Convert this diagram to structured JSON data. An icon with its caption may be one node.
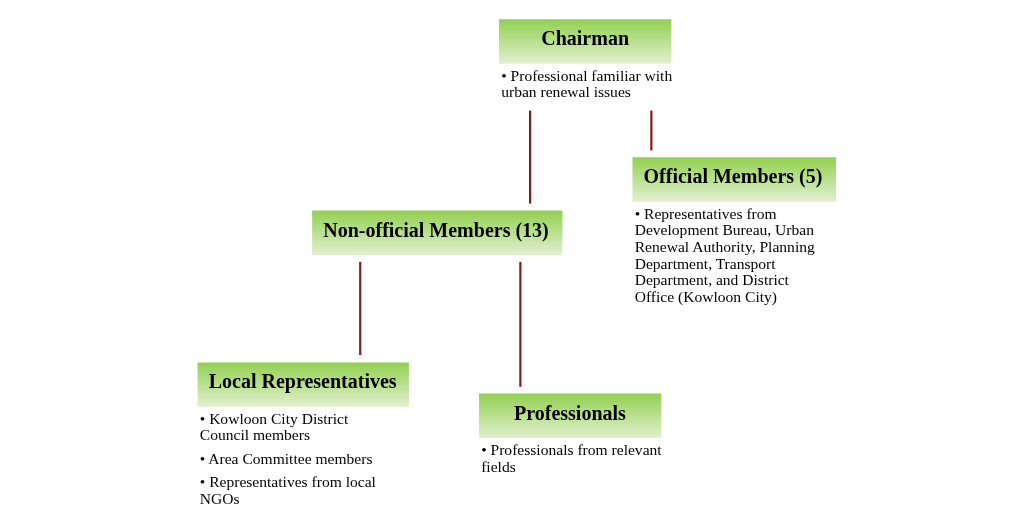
{
  "diagram": {
    "nodes": [
      {
        "text": [
          "Chairman"
        ],
        "beside": [
          "• Professional familiar with urban renewal issues"
        ]
      },
      {
        "text": [
          "Non-official Members (13)"
        ]
      },
      {
        "text": [
          "Official Members (5)"
        ],
        "beside": [
          "• Representatives from Development Bureau, Urban Renewal Authority, Planning Department, Transport Department, and District Office (Kowloon City)"
        ]
      },
      {
        "text": [
          "Local Representatives"
        ],
        "beside": [
          "• Kowloon City District Council members",
          "• Area Committee members",
          "• Representatives from local NGOs"
        ]
      },
      {
        "text": [
          "Professionals"
        ],
        "beside": [
          "• Professionals from relevant fields"
        ]
      }
    ],
    "edges": [
      {
        "from": 0,
        "to": 1,
        "arrow": "none",
        "color": "#8b1a1a"
      },
      {
        "from": 0,
        "to": 2,
        "arrow": "none",
        "color": "#8b1a1a"
      },
      {
        "from": 1,
        "to": 3,
        "arrow": "none",
        "color": "#8b1a1a"
      },
      {
        "from": 1,
        "to": 4,
        "arrow": "none",
        "color": "#8b1a1a"
      }
    ]
  }
}
